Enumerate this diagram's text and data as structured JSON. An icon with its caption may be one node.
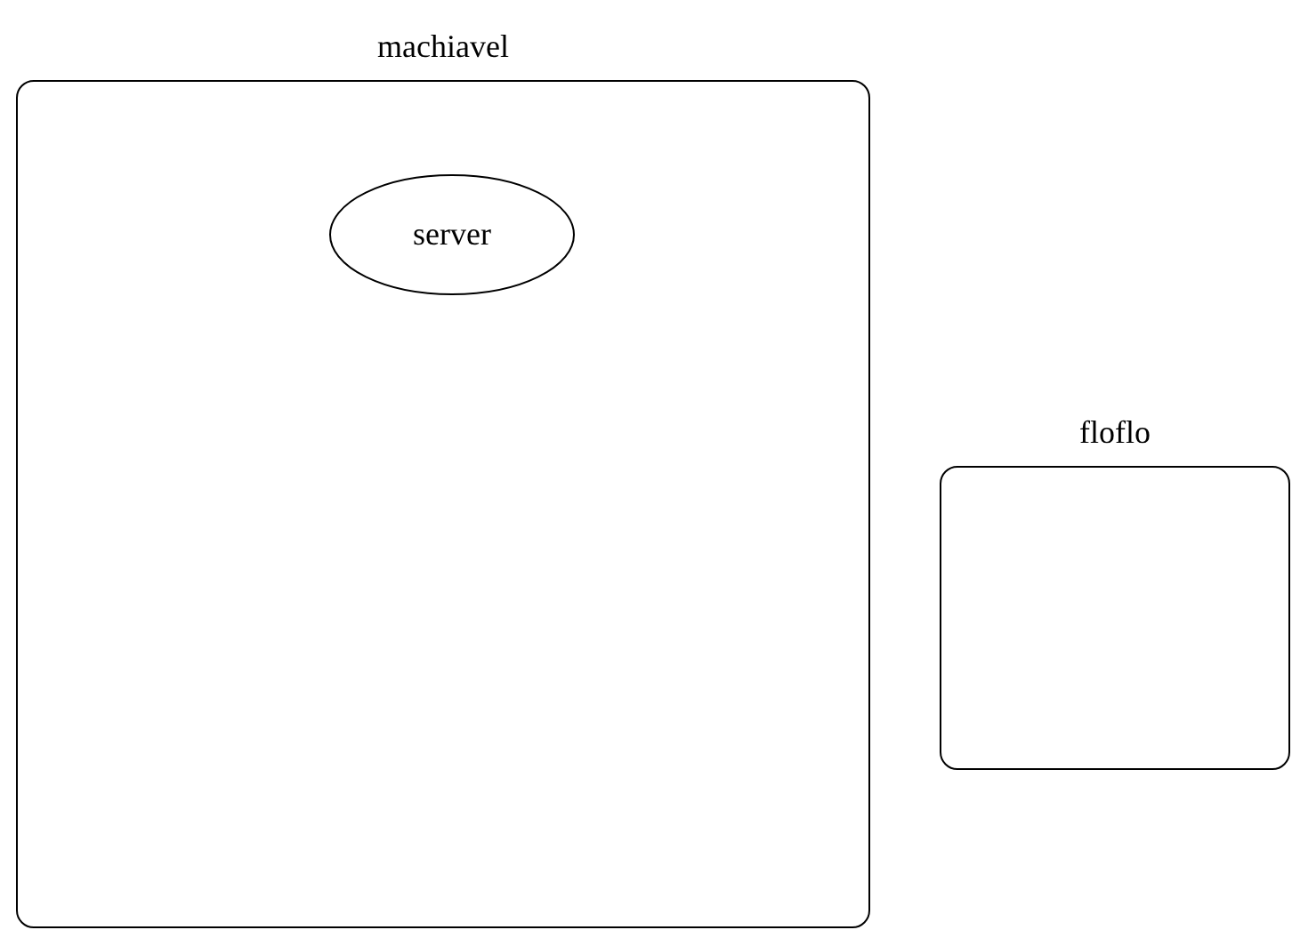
{
  "diagram": {
    "nodes": [
      {
        "text": [
          "machiavel"
        ]
      },
      {
        "text": [
          "server"
        ],
        "in": 0
      },
      {
        "text": [
          "floflo"
        ]
      }
    ]
  }
}
